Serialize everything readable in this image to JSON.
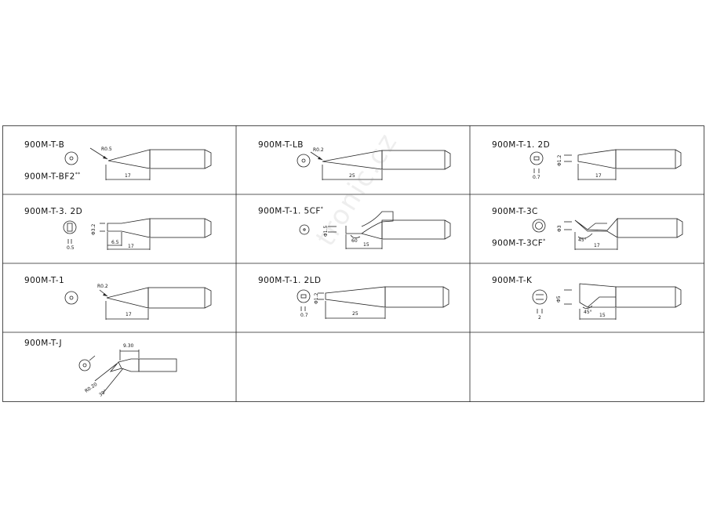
{
  "tips": [
    {
      "model": "900M-T-B",
      "model2": "900M-T-BF2",
      "model2_sup": "**",
      "dims": {
        "radius": "R0.5",
        "length": "17"
      }
    },
    {
      "model": "900M-T-LB",
      "dims": {
        "radius": "R0.2",
        "length": "25"
      }
    },
    {
      "model": "900M-T-1. 2D",
      "dims": {
        "diameter": "Φ1.2",
        "thickness": "0.7",
        "length": "17"
      }
    },
    {
      "model": "900M-T-3. 2D",
      "dims": {
        "diameter": "Φ3.2",
        "thickness": "0.5",
        "flat": "6.5",
        "length": "17"
      }
    },
    {
      "model": "900M-T-1. 5CF",
      "model_sup": "*",
      "dims": {
        "diameter": "Φ1.5",
        "angle": "60",
        "length": "15"
      }
    },
    {
      "model": "900M-T-3C",
      "model2": "900M-T-3CF",
      "model2_sup": "*",
      "dims": {
        "diameter": "Φ3",
        "angle": "45°",
        "length": "17"
      }
    },
    {
      "model": "900M-T-1",
      "dims": {
        "radius": "R0.2",
        "length": "17"
      }
    },
    {
      "model": "900M-T-1. 2LD",
      "dims": {
        "diameter": "Φ1.2",
        "thickness": "0.7",
        "length": "25"
      }
    },
    {
      "model": "900M-T-K",
      "dims": {
        "diameter": "Φ5",
        "thickness": "2",
        "angle": "45°",
        "length": "15"
      }
    },
    {
      "model": "900M-T-J",
      "dims": {
        "offset": "9.30",
        "radius": "R0.20",
        "angle": "30°"
      }
    }
  ],
  "watermark": "tronic.cz"
}
